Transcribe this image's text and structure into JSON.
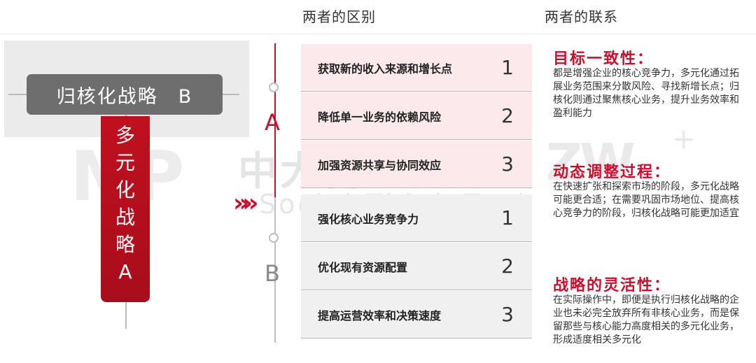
{
  "headers": {
    "diff": "两者的区别",
    "relation": "两者的联系"
  },
  "left": {
    "b_label": "归核化战略　B",
    "a_chars": [
      "多",
      "元",
      "化",
      "战",
      "略",
      "A"
    ]
  },
  "watermark": {
    "logo": "MP",
    "cn": "中大咨询智库",
    "en": "Social Think Tank",
    "logo2": "ZW",
    "plus": "+"
  },
  "chevron": "»»",
  "timeline": {
    "a": "A",
    "b": "B"
  },
  "rows": [
    {
      "text": "获取新的收入来源和增长点",
      "num": "1"
    },
    {
      "text": "降低单一业务的依赖风险",
      "num": "2"
    },
    {
      "text": "加强资源共享与协同效应",
      "num": "3"
    },
    {
      "text": "强化核心业务竞争力",
      "num": "1"
    },
    {
      "text": "优化现有资源配置",
      "num": "2"
    },
    {
      "text": "提高运营效率和决策速度",
      "num": "3"
    }
  ],
  "relations": [
    {
      "title": "目标一致性：",
      "body": "都是增强企业的核心竞争力，多元化通过拓展业务范围来分散风险、寻找新增长点；归核化则通过聚焦核心业务，提升业务效率和盈利能力"
    },
    {
      "title": "动态调整过程：",
      "body": "在快速扩张和探索市场的阶段，多元化战略可能更合适；在需要巩固市场地位、提高核心竞争力的阶段，归核化战略可能更加适宜"
    },
    {
      "title": "战略的灵活性：",
      "body": "在实际操作中，即便是执行归核化战略的企业也未必完全放弃所有非核心业务，而是保留那些与核心能力高度相关的多元化业务，形成适度相关多元化"
    }
  ],
  "colors": {
    "accent": "#c8102e",
    "pink_row": "#fbe9ec",
    "grey_row": "#f0f0f0"
  }
}
